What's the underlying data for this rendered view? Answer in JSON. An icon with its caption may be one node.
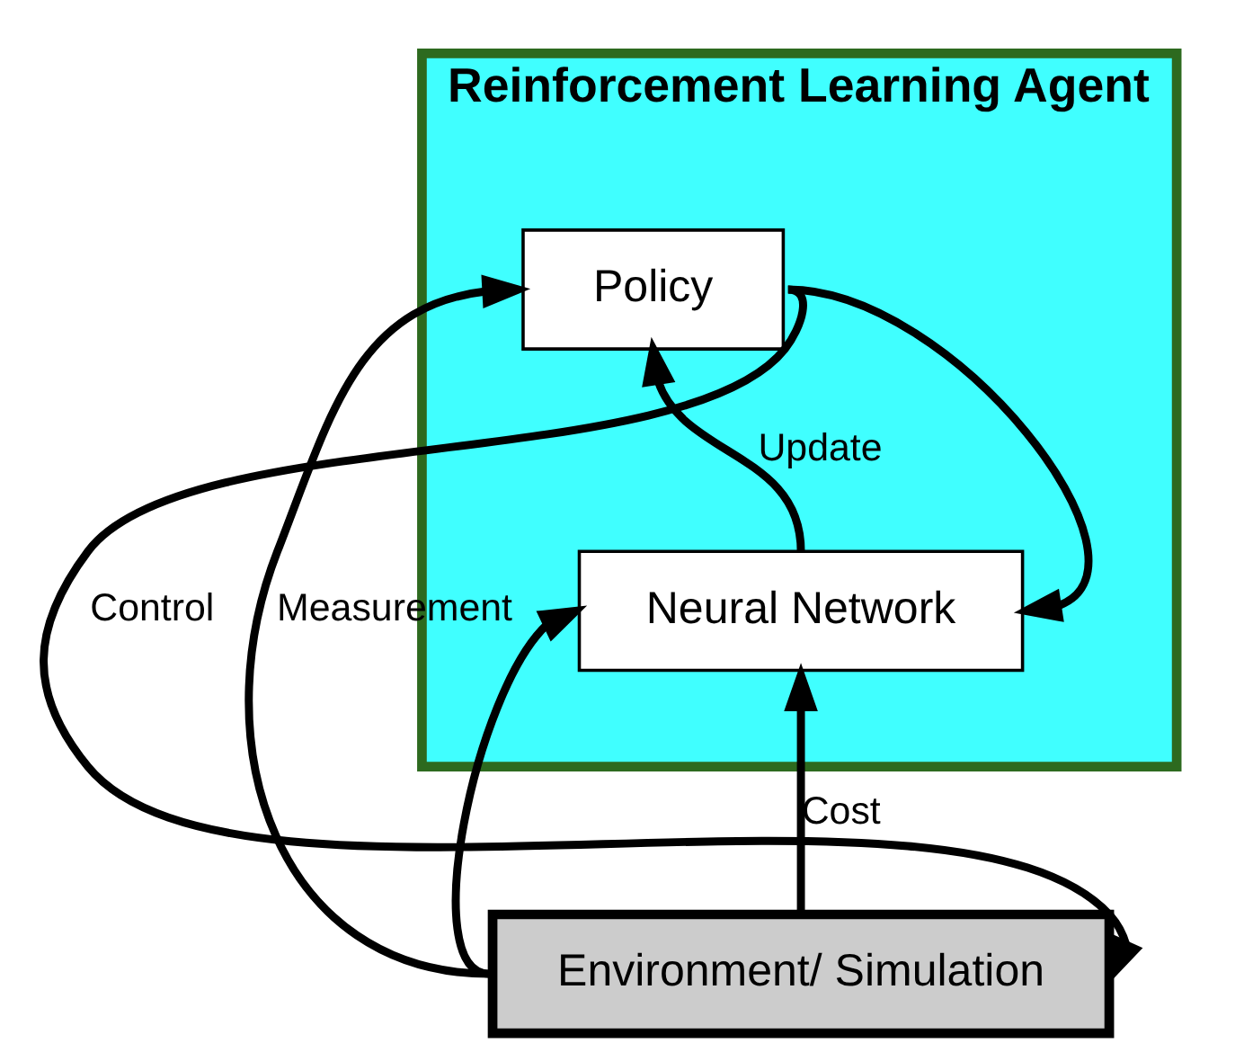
{
  "diagram": {
    "nodes": [
      {
        "text": [
          "Reinforcement Learning Agent"
        ]
      },
      {
        "text": [
          "Policy"
        ],
        "in": 0
      },
      {
        "text": [
          "Neural Network"
        ],
        "in": 0
      },
      {
        "text": [
          "Environment/ Simulation"
        ]
      }
    ],
    "edges": [
      {
        "from": 3,
        "to": 1,
        "arrow": "to",
        "label": "Measurement"
      },
      {
        "from": 3,
        "to": 2,
        "arrow": "to"
      },
      {
        "from": 1,
        "to": 3,
        "arrow": "to",
        "label": "Control"
      },
      {
        "from": 1,
        "to": 2,
        "arrow": "to"
      },
      {
        "from": 2,
        "to": 1,
        "arrow": "to",
        "label": "Update"
      },
      {
        "from": 3,
        "to": 2,
        "arrow": "to",
        "label": "Cost"
      }
    ]
  }
}
